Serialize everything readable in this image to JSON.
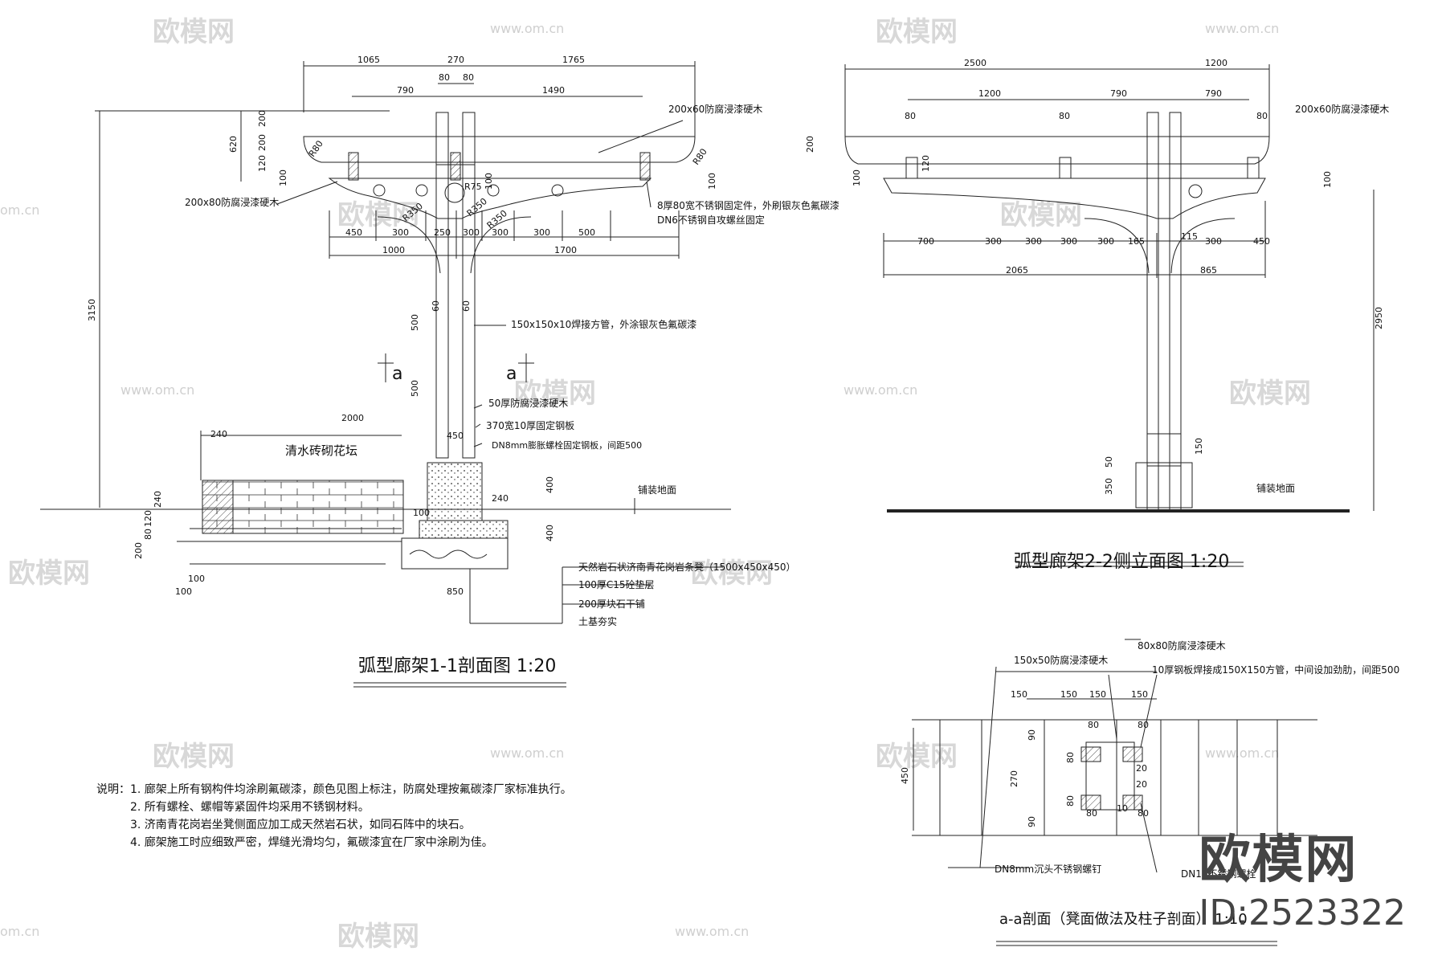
{
  "watermark": {
    "brand": "欧模网",
    "url": "www.om.cn",
    "url_short": "om.cn",
    "id": "ID:2523322"
  },
  "drawing1": {
    "title": "弧型廊架1-1剖面图   1:20",
    "dims_top": [
      "1065",
      "270",
      "1765",
      "80",
      "80",
      "790",
      "1490"
    ],
    "dims_left": [
      "620",
      "200",
      "200",
      "120",
      "3150",
      "100"
    ],
    "dims_bottom": [
      "450",
      "300",
      "250",
      "300",
      "300",
      "300",
      "500",
      "1000",
      "1700"
    ],
    "radii": [
      "R80",
      "R80",
      "R75",
      "R350",
      "R350",
      "R350"
    ],
    "labels": {
      "beam_top": "200x60防腐浸漆硬木",
      "beam_low": "200x80防腐浸漆硬木",
      "plate": "8厚80宽不锈钢固定件，外刷银灰色氟碳漆",
      "bolt": "DN6不锈钢自攻螺丝固定",
      "tube": "150x150x10焊接方管，外涂银灰色氟碳漆",
      "timber": "50厚防腐浸漆硬木",
      "steel_plate": "370宽10厚固定钢板",
      "anchor": "DN8mm膨胀螺栓固定钢板，间距500",
      "planter": "清水砖砌花坛",
      "paving": "铺装地面",
      "stone": "天然岩石状济南青花岗岩条凳（1500x450x450）",
      "c15": "100厚C15砼垫层",
      "rubble": "200厚块石干铺",
      "soil": "土基夯实",
      "section_a": "a"
    },
    "dims_misc": [
      "2000",
      "240",
      "450",
      "240",
      "400",
      "400",
      "850",
      "100",
      "100",
      "100",
      "240",
      "120",
      "80",
      "200",
      "500",
      "500",
      "60",
      "60",
      "100",
      "100"
    ]
  },
  "drawing2": {
    "title": "弧型廊架2-2侧立面图   1:20",
    "dims_top": [
      "2500",
      "1200",
      "1200",
      "790",
      "790",
      "80",
      "80",
      "80"
    ],
    "dims_bottom": [
      "700",
      "300",
      "300",
      "300",
      "300",
      "165",
      "115",
      "300",
      "450",
      "2065",
      "865"
    ],
    "dims_side": [
      "200",
      "120",
      "100",
      "100",
      "2950",
      "50",
      "350",
      "150"
    ],
    "labels": {
      "beam": "200x60防腐浸漆硬木",
      "paving": "铺装地面"
    }
  },
  "drawing3": {
    "title": "a-a剖面（凳面做法及柱子剖面）  1:10",
    "dims": [
      "150",
      "150",
      "150",
      "150",
      "80",
      "80",
      "80",
      "80",
      "90",
      "90",
      "80",
      "80",
      "270",
      "450",
      "20",
      "10",
      "20"
    ],
    "labels": {
      "board": "150x50防腐浸漆硬木",
      "post": "80x80防腐浸漆硬木",
      "steel": "10厚钢板焊接成150X150方管，中间设加劲肋，间距500",
      "screw": "DN8mm沉头不锈钢螺钉",
      "bolt": "DN10不锈钢螺栓"
    }
  },
  "notes": {
    "head": "说明：",
    "items": [
      "1. 廊架上所有钢构件均涂刷氟碳漆，颜色见图上标注，防腐处理按氟碳漆厂家标准执行。",
      "2. 所有螺栓、螺帽等紧固件均采用不锈钢材料。",
      "3. 济南青花岗岩坐凳侧面应加工成天然岩石状，如同石阵中的块石。",
      "4. 廊架施工时应细致严密，焊缝光滑均匀，氟碳漆宜在厂家中涂刷为佳。"
    ]
  }
}
